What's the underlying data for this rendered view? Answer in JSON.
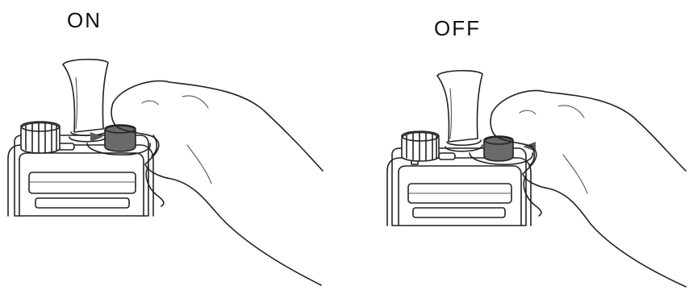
{
  "panels": [
    {
      "caption": "ON",
      "rotation": "clockwise"
    },
    {
      "caption": "OFF",
      "rotation": "counterclockwise"
    }
  ],
  "colors": {
    "line": "#222222",
    "knob": "#6a6a6a",
    "arrow": "#5a5a5a",
    "background": "#ffffff"
  }
}
